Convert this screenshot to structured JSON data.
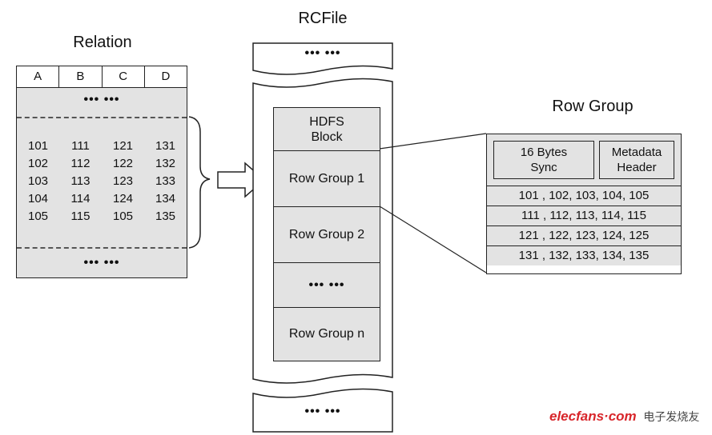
{
  "relation": {
    "title": "Relation",
    "headers": [
      "A",
      "B",
      "C",
      "D"
    ],
    "ellipsis_top": "••• •••",
    "ellipsis_bottom": "••• •••",
    "rows": [
      [
        "101",
        "111",
        "121",
        "131"
      ],
      [
        "102",
        "112",
        "122",
        "132"
      ],
      [
        "103",
        "113",
        "123",
        "133"
      ],
      [
        "104",
        "114",
        "124",
        "134"
      ],
      [
        "105",
        "115",
        "105",
        "135"
      ]
    ]
  },
  "rcfile": {
    "title": "RCFile",
    "ellipsis_top": "••• •••",
    "ellipsis_bottom": "••• •••",
    "hdfs_line1": "HDFS",
    "hdfs_line2": "Block",
    "groups": [
      "Row Group 1",
      "Row Group 2",
      "••• •••",
      "Row Group n"
    ]
  },
  "row_group": {
    "title": "Row Group",
    "sync_line1": "16 Bytes",
    "sync_line2": "Sync",
    "meta_line1": "Metadata",
    "meta_line2": "Header",
    "columns": [
      "101 , 102, 103, 104, 105",
      "111 , 112, 113, 114, 115",
      "121 , 122, 123, 124, 125",
      "131 , 132, 133, 134, 135"
    ]
  },
  "watermark": {
    "brand": "elecfans",
    "dot": "·",
    "tld": "com",
    "cn": "电子发烧友"
  }
}
